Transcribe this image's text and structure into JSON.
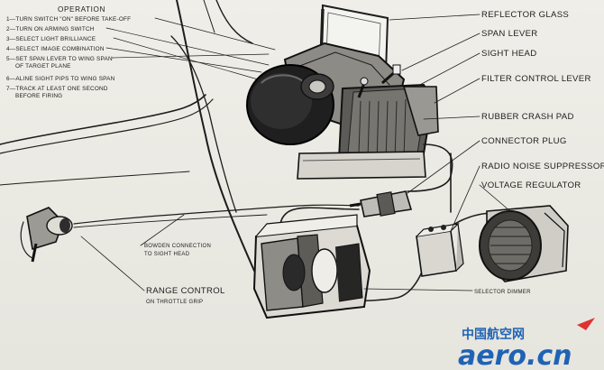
{
  "operation": {
    "title": "OPERATION",
    "steps": [
      "1—TURN SWITCH \"ON\" BEFORE TAKE-OFF",
      "2—TURN ON ARMING SWITCH",
      "3—SELECT LIGHT BRILLIANCE",
      "4—SELECT IMAGE COMBINATION",
      "5—SET SPAN LEVER TO WING SPAN",
      "OF TARGET PLANE",
      "6—ALINE SIGHT PIPS TO WING SPAN",
      "7—TRACK AT LEAST ONE SECOND",
      "BEFORE FIRING"
    ]
  },
  "labels": {
    "reflector_glass": "REFLECTOR GLASS",
    "span_lever": "SPAN LEVER",
    "sight_head": "SIGHT HEAD",
    "filter_control_lever": "FILTER CONTROL LEVER",
    "rubber_crash_pad": "RUBBER CRASH PAD",
    "connector_plug": "CONNECTOR PLUG",
    "radio_noise_suppressor": "RADIO NOISE SUPPRESSOR",
    "voltage_regulator": "VOLTAGE REGULATOR",
    "bowden_line1": "BOWDEN CONNECTION",
    "bowden_line2": "TO SIGHT HEAD",
    "range_control": "RANGE CONTROL",
    "range_control_sub": "ON THROTTLE GRIP",
    "selector_dimmer": "SELECTOR DIMMER"
  },
  "watermark": {
    "cn_text": "中国航空网",
    "latin_text": "aero.cn",
    "brand_color": "#1f63b5"
  }
}
